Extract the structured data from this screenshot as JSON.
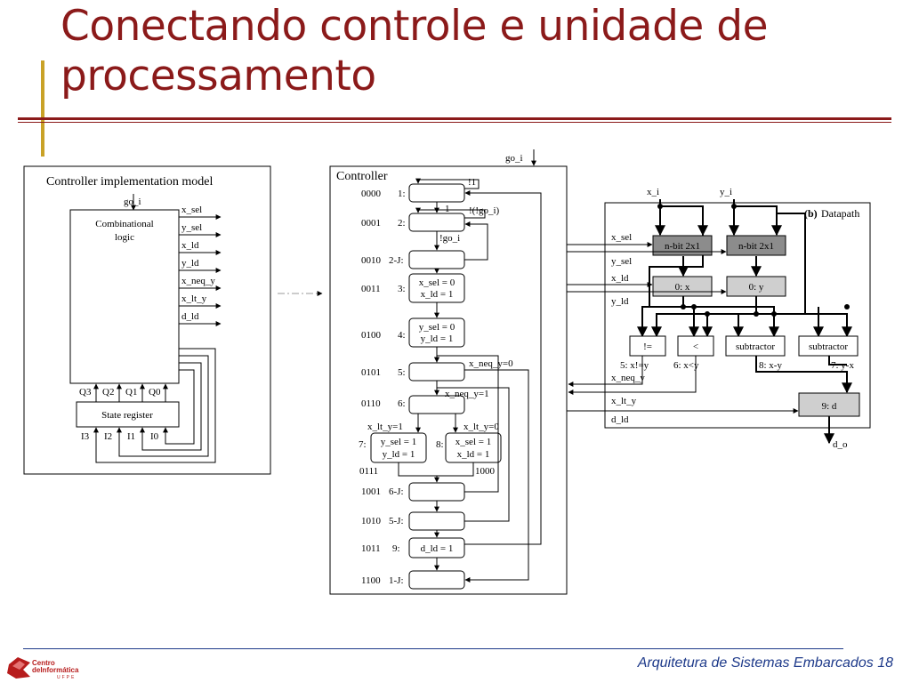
{
  "title": "Conectando controle e unidade de processamento",
  "footer": "Arquitetura de Sistemas Embarcados 18",
  "logo": {
    "line1": "Centro",
    "line2": "deInformática",
    "line3": "UFPE"
  },
  "colors": {
    "title": "#8b1a1a",
    "accent_bar": "#c9a227",
    "footer": "#1e3a8a"
  },
  "model": {
    "title": "Controller implementation model",
    "go_i": "go_i",
    "comb_logic": "Combinational logic",
    "outputs": [
      "x_sel",
      "y_sel",
      "x_ld",
      "y_ld",
      "x_neq_y",
      "x_lt_y",
      "d_ld"
    ],
    "q_labels": [
      "Q3",
      "Q2",
      "Q1",
      "Q0"
    ],
    "state_register": "State register",
    "i_labels": [
      "I3",
      "I2",
      "I1",
      "I0"
    ]
  },
  "controller": {
    "title": "Controller",
    "go_i": "go_i",
    "states": [
      {
        "code": "0000",
        "label": "1:",
        "text": ""
      },
      {
        "code": "0001",
        "label": "2:",
        "text": ""
      },
      {
        "code": "0010",
        "label": "2-J:",
        "text": ""
      },
      {
        "code": "0011",
        "label": "3:",
        "text": "x_sel = 0\nx_ld = 1"
      },
      {
        "code": "0100",
        "label": "4:",
        "text": "y_sel = 0\ny_ld = 1"
      },
      {
        "code": "0101",
        "label": "5:",
        "text": ""
      },
      {
        "code": "0110",
        "label": "6:",
        "text": ""
      },
      {
        "code": "0111",
        "label": "7:",
        "text": "y_sel = 1\ny_ld = 1"
      },
      {
        "code": "1000",
        "label": "8:",
        "text": "x_sel = 1\nx_ld = 1"
      },
      {
        "code": "1001",
        "label": "6-J:",
        "text": ""
      },
      {
        "code": "1010",
        "label": "5-J:",
        "text": ""
      },
      {
        "code": "1011",
        "label": "9:",
        "text": "d_ld = 1"
      },
      {
        "code": "1100",
        "label": "1-J:",
        "text": ""
      }
    ],
    "transitions": [
      "!1",
      "1",
      "!(!go_i)",
      "!go_i",
      "x_neq_y=0",
      "x_neq_y=1",
      "x_lt_y=1",
      "x_lt_y=0"
    ]
  },
  "datapath": {
    "title_b": "(b)",
    "title": "Datapath",
    "inputs": [
      "x_i",
      "y_i"
    ],
    "side_signals": [
      "x_sel",
      "y_sel",
      "x_ld",
      "y_ld",
      "x_neq_y",
      "x_lt_y",
      "d_ld"
    ],
    "mux": [
      "n-bit 2x1",
      "n-bit 2x1"
    ],
    "regs": [
      "0: x",
      "0: y"
    ],
    "ops": [
      "!=",
      "<",
      "subtractor",
      "subtractor"
    ],
    "op_labels": [
      "5: x!=y",
      "6: x<y",
      "8: x-y",
      "7: y-x"
    ],
    "d_reg": "9: d",
    "output": "d_o"
  }
}
